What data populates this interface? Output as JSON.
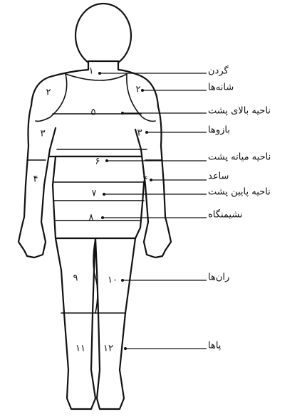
{
  "labels": {
    "neck": "گردن",
    "shoulders": "شانه‌ها",
    "upper_back": "ناحیه بالای پشت",
    "arms": "بازوها",
    "middle_back": "ناحیه میانه پشت",
    "forearm": "ساعد",
    "lower_back": "ناحیه پایین پشت",
    "buttocks": "نشیمنگاه",
    "thighs": "ران‌ها",
    "legs": "پاها"
  },
  "numbers": {
    "n1": "۱",
    "n2": "۲",
    "n3": "۳",
    "n4": "۴",
    "n5": "۵",
    "n6": "۶",
    "n7": "۷",
    "n8": "۸",
    "n9": "۹",
    "n10": "۱۰",
    "n11": "۱۱",
    "n12": "۱۲"
  }
}
